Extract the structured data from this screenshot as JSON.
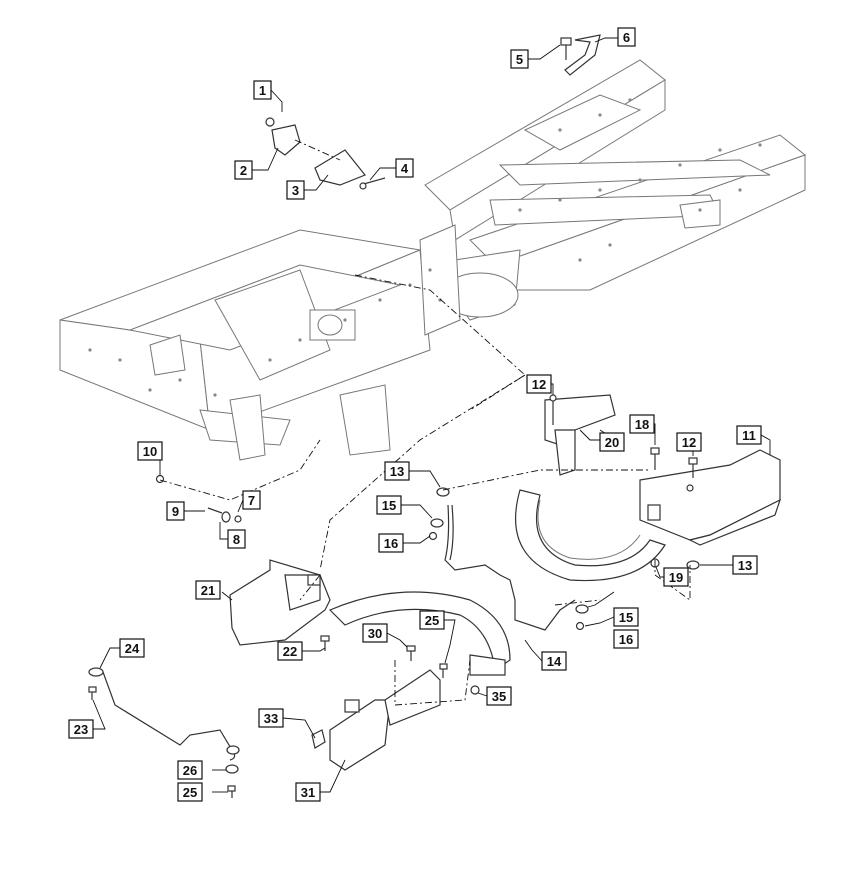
{
  "callouts": {
    "c1": "1",
    "c2": "2",
    "c3": "3",
    "c4": "4",
    "c5": "5",
    "c6": "6",
    "c7": "7",
    "c8": "8",
    "c9": "9",
    "c10": "10",
    "c11": "11",
    "c12a": "12",
    "c12b": "12",
    "c13a": "13",
    "c13b": "13",
    "c14": "14",
    "c15a": "15",
    "c15b": "15",
    "c16a": "16",
    "c16b": "16",
    "c18": "18",
    "c19": "19",
    "c20": "20",
    "c21": "21",
    "c22": "22",
    "c23": "23",
    "c24": "24",
    "c25a": "25",
    "c25b": "25",
    "c26": "26",
    "c30": "30",
    "c31": "31",
    "c33": "33",
    "c35": "35"
  }
}
